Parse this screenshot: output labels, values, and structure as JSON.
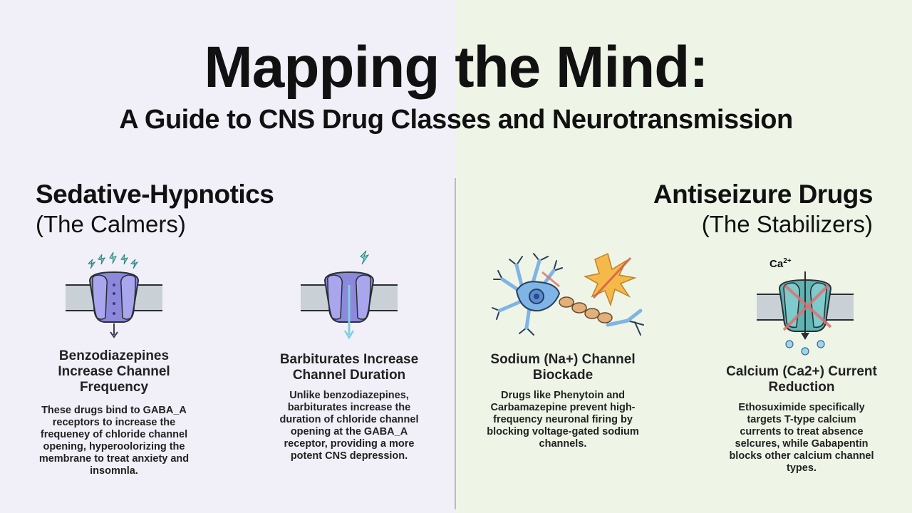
{
  "header": {
    "title": "Mapping the Mind:",
    "subtitle": "A Guide to CNS Drug Classes and Neurotransmission"
  },
  "left_section": {
    "title": "Sedative-Hypnotics",
    "subtitle": "(The Calmers)",
    "background": "#f1f0f8",
    "cards": [
      {
        "heading": "Benzodiazepines Increase Channel Frequency",
        "body": "These drugs bind to GABA_A receptors to increase the frequeney of chloride channel opening, hyperoolorizing the membrane to treat anxiety and insomnla.",
        "icon": "gaba-channel-frequency-icon"
      },
      {
        "heading": "Barbiturates Increase Channel Duration",
        "body": "Unlike benzodiazepines, barbiturates increase the duration of chloride channel opening at the GABA_A receptor, providing a more potent CNS depression.",
        "icon": "gaba-channel-duration-icon"
      }
    ]
  },
  "right_section": {
    "title": "Antiseizure Drugs",
    "subtitle": "(The Stabilizers)",
    "background": "#eef5e7",
    "cards": [
      {
        "heading": "Sodium (Na+) Channel Biockade",
        "body": "Drugs like Phenytoin and Carbamazepine prevent high-frequency neuronal firing by blocking voltage-gated sodium channels.",
        "icon": "neuron-blocked-firing-icon"
      },
      {
        "heading": "Calcium (Ca2+) Current Reduction",
        "body": "Ethosuximide specifically targets T-type calcium currents to treat absence selcures, while Gabapentin blocks other calcium channel types.",
        "icon": "calcium-channel-blocked-icon",
        "ion_label": "Ca2+"
      }
    ]
  },
  "colors": {
    "channel_purple": "#9b98e6",
    "channel_teal": "#5fb3b3",
    "neuron_blue": "#7fb4e6",
    "spark_orange": "#f5b94a",
    "block_red": "#e07070",
    "membrane": "#c9d0d6"
  }
}
